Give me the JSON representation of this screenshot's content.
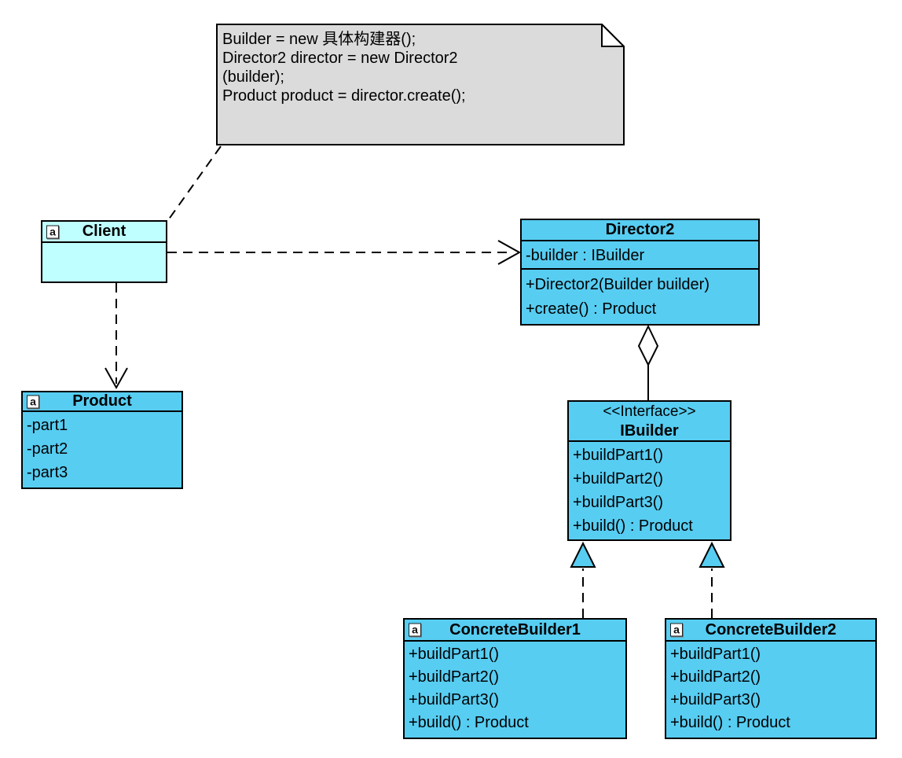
{
  "diagram": {
    "kind": "uml-class-diagram",
    "pattern": "Builder",
    "colors": {
      "class_fill": "#57CDF2",
      "client_fill": "#C0FFFF",
      "note_fill": "#DBDBDB",
      "stroke": "#000000"
    }
  },
  "icons": {
    "class_glyph": "a"
  },
  "note": {
    "lines": [
      "Builder = new 具体构建器();",
      "Director2 director = new Director2",
      "(builder);",
      "Product product = director.create();"
    ]
  },
  "classes": {
    "client": {
      "title": "Client"
    },
    "director2": {
      "title": "Director2",
      "attributes": [
        "-builder : IBuilder"
      ],
      "methods": [
        "+Director2(Builder builder)",
        "+create() : Product"
      ]
    },
    "product": {
      "title": "Product",
      "attributes": [
        "-part1",
        "-part2",
        "-part3"
      ]
    },
    "ibuilder": {
      "stereotype": "<<Interface>>",
      "title": "IBuilder",
      "methods": [
        "+buildPart1()",
        "+buildPart2()",
        "+buildPart3()",
        "+build() : Product"
      ]
    },
    "concrete_builder1": {
      "title": "ConcreteBuilder1",
      "methods": [
        "+buildPart1()",
        "+buildPart2()",
        "+buildPart3()",
        "+build() : Product"
      ]
    },
    "concrete_builder2": {
      "title": "ConcreteBuilder2",
      "methods": [
        "+buildPart1()",
        "+buildPart2()",
        "+buildPart3()",
        "+build() : Product"
      ]
    }
  }
}
